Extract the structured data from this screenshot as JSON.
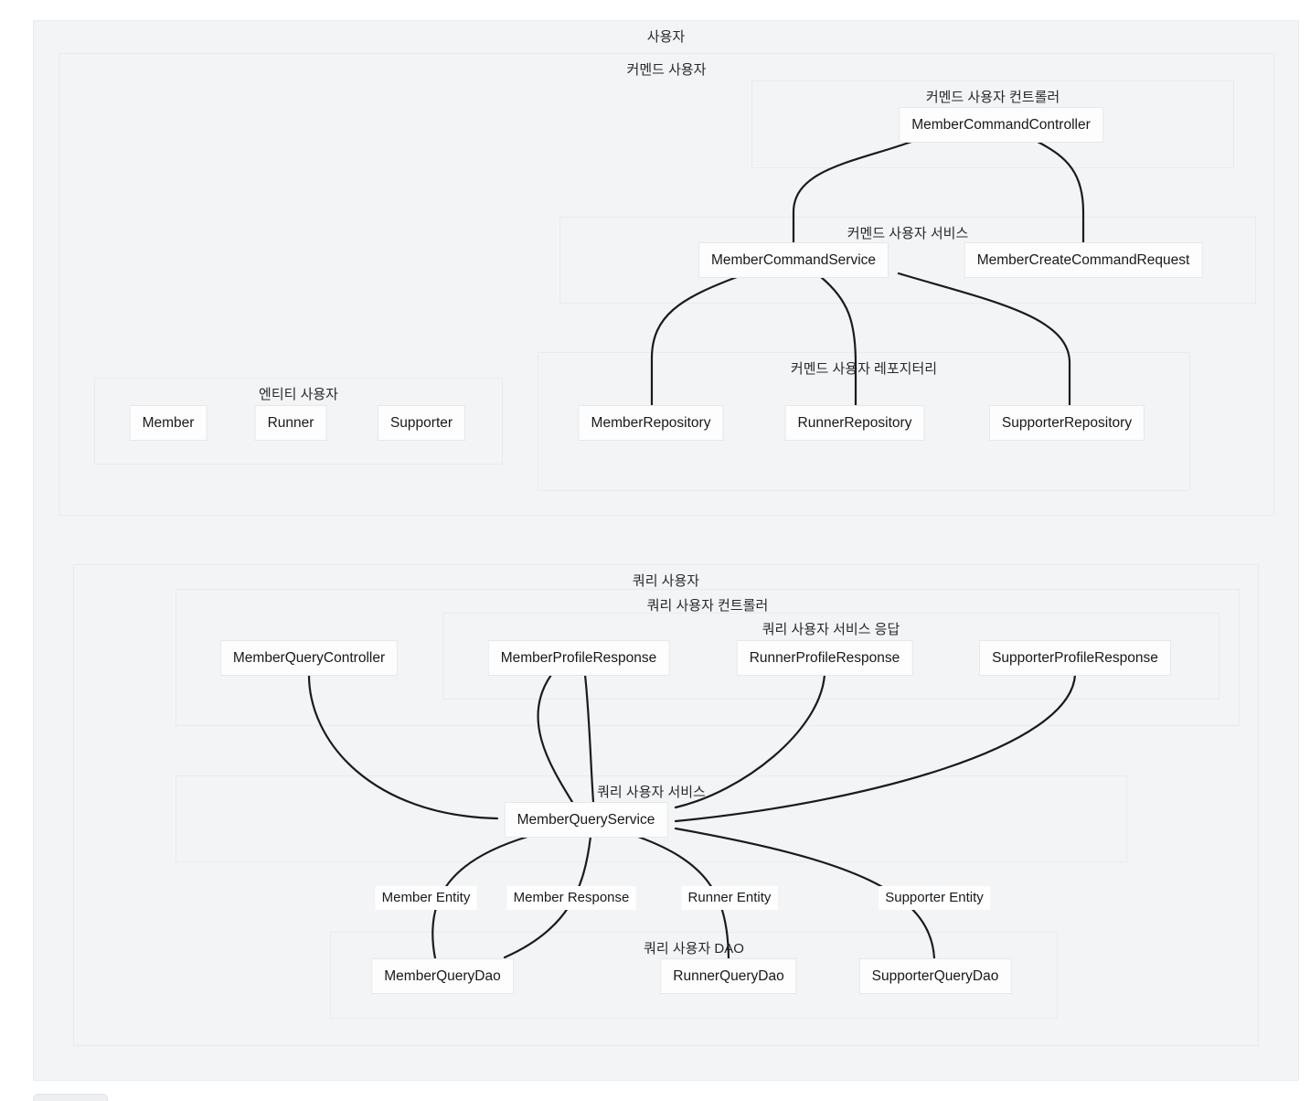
{
  "diagram": {
    "root_title": "사용자",
    "groups": {
      "command": {
        "title": "커멘드 사용자"
      },
      "command_controller": {
        "title": "커멘드 사용자 컨트롤러"
      },
      "command_service": {
        "title": "커멘드 사용자 서비스"
      },
      "command_repository": {
        "title": "커멘드 사용자 레포지터리"
      },
      "entity": {
        "title": "엔티티 사용자"
      },
      "query": {
        "title": "쿼리 사용자"
      },
      "query_controller": {
        "title": "쿼리 사용자 컨트롤러"
      },
      "query_service_response": {
        "title": "쿼리 사용자 서비스 응답"
      },
      "query_service": {
        "title": "쿼리 사용자 서비스"
      },
      "query_dao": {
        "title": "쿼리 사용자 DAO"
      }
    },
    "nodes": {
      "member_command_controller": "MemberCommandController",
      "member_command_service": "MemberCommandService",
      "member_create_command_request": "MemberCreateCommandRequest",
      "member_repository": "MemberRepository",
      "runner_repository": "RunnerRepository",
      "supporter_repository": "SupporterRepository",
      "member": "Member",
      "runner": "Runner",
      "supporter": "Supporter",
      "member_query_controller": "MemberQueryController",
      "member_profile_response": "MemberProfileResponse",
      "runner_profile_response": "RunnerProfileResponse",
      "supporter_profile_response": "SupporterProfileResponse",
      "member_query_service": "MemberQueryService",
      "member_query_dao": "MemberQueryDao",
      "runner_query_dao": "RunnerQueryDao",
      "supporter_query_dao": "SupporterQueryDao"
    },
    "edge_labels": {
      "member_entity": "Member Entity",
      "member_response": "Member Response",
      "runner_entity": "Runner Entity",
      "supporter_entity": "Supporter Entity"
    },
    "colors": {
      "canvas_bg": "#f3f4f6",
      "group_border": "#e9ebee",
      "node_bg": "#fdfdfd",
      "node_border": "#e6e7e9",
      "edge": "#1b1b1f",
      "text": "#17191c"
    }
  }
}
